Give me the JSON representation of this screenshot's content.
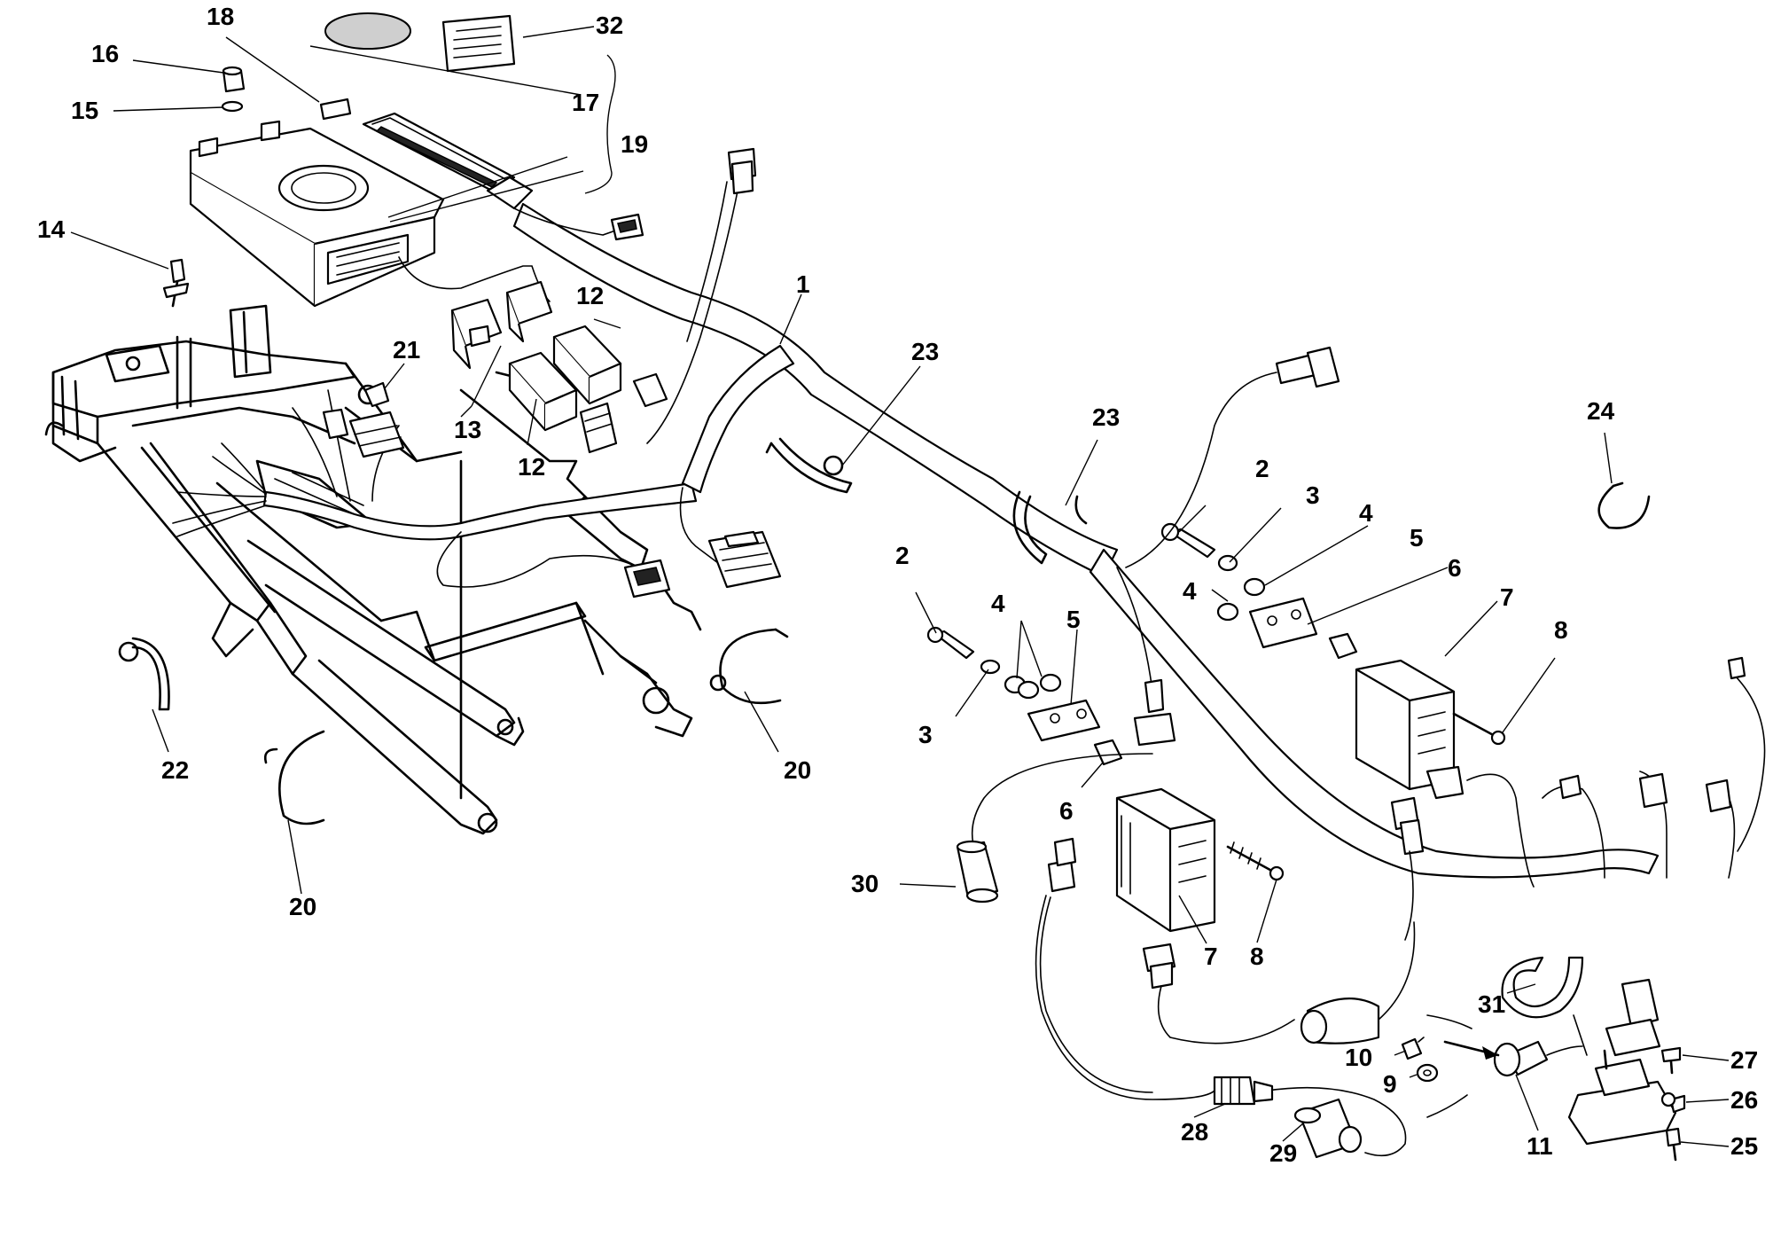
{
  "callouts": [
    {
      "id": "c1",
      "text": "1"
    },
    {
      "id": "c2a",
      "text": "2"
    },
    {
      "id": "c2b",
      "text": "2"
    },
    {
      "id": "c3a",
      "text": "3"
    },
    {
      "id": "c3b",
      "text": "3"
    },
    {
      "id": "c4a",
      "text": "4"
    },
    {
      "id": "c4b",
      "text": "4"
    },
    {
      "id": "c4c",
      "text": "4"
    },
    {
      "id": "c5a",
      "text": "5"
    },
    {
      "id": "c5b",
      "text": "5"
    },
    {
      "id": "c6a",
      "text": "6"
    },
    {
      "id": "c6b",
      "text": "6"
    },
    {
      "id": "c7a",
      "text": "7"
    },
    {
      "id": "c7b",
      "text": "7"
    },
    {
      "id": "c8a",
      "text": "8"
    },
    {
      "id": "c8b",
      "text": "8"
    },
    {
      "id": "c9",
      "text": "9"
    },
    {
      "id": "c10",
      "text": "10"
    },
    {
      "id": "c11",
      "text": "11"
    },
    {
      "id": "c12a",
      "text": "12"
    },
    {
      "id": "c12b",
      "text": "12"
    },
    {
      "id": "c13",
      "text": "13"
    },
    {
      "id": "c14",
      "text": "14"
    },
    {
      "id": "c15",
      "text": "15"
    },
    {
      "id": "c16",
      "text": "16"
    },
    {
      "id": "c17",
      "text": "17"
    },
    {
      "id": "c18",
      "text": "18"
    },
    {
      "id": "c19",
      "text": "19"
    },
    {
      "id": "c20a",
      "text": "20"
    },
    {
      "id": "c20b",
      "text": "20"
    },
    {
      "id": "c21",
      "text": "21"
    },
    {
      "id": "c22",
      "text": "22"
    },
    {
      "id": "c23a",
      "text": "23"
    },
    {
      "id": "c23b",
      "text": "23"
    },
    {
      "id": "c24",
      "text": "24"
    },
    {
      "id": "c25",
      "text": "25"
    },
    {
      "id": "c26",
      "text": "26"
    },
    {
      "id": "c27",
      "text": "27"
    },
    {
      "id": "c28",
      "text": "28"
    },
    {
      "id": "c29",
      "text": "29"
    },
    {
      "id": "c30",
      "text": "30"
    },
    {
      "id": "c31",
      "text": "31"
    },
    {
      "id": "c32",
      "text": "32"
    }
  ]
}
